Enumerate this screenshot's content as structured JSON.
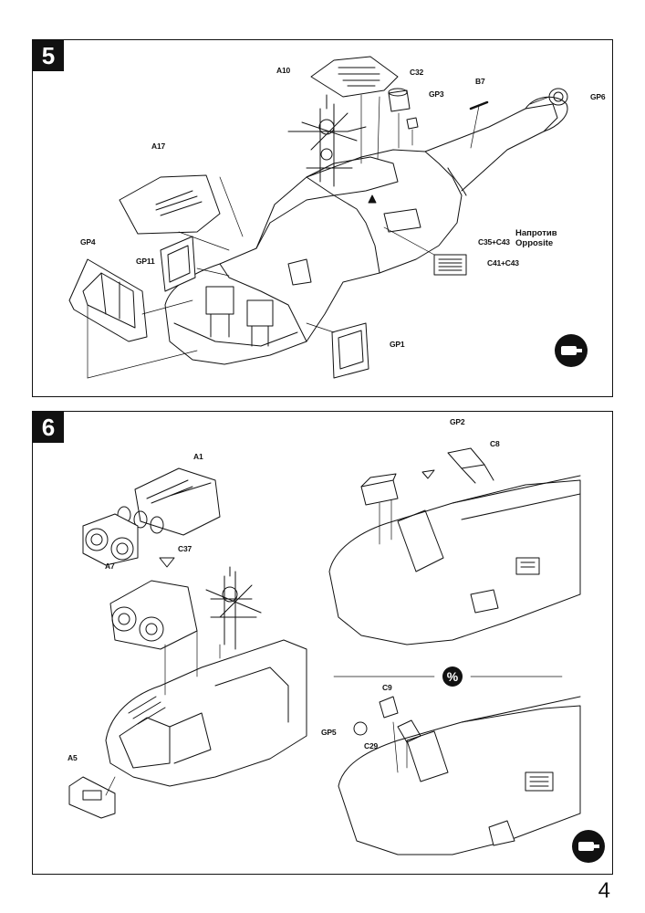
{
  "page_number": "4",
  "step5": {
    "number": "5",
    "labels": {
      "A10": "A10",
      "C32": "C32",
      "B7": "B7",
      "GP3": "GP3",
      "GP6": "GP6",
      "A17": "A17",
      "GP4": "GP4",
      "GP11": "GP11",
      "C35_C43": "C35+C43",
      "C41_C43": "C41+C43",
      "GP1": "GP1"
    },
    "note_ru": "Напротив",
    "note_en": "Opposite",
    "glue_icon": "glue-tube-icon"
  },
  "step6": {
    "number": "6",
    "labels": {
      "A1": "A1",
      "C37": "C37",
      "A7": "A7",
      "A5": "A5",
      "GP2": "GP2",
      "C8": "C8",
      "C9": "C9",
      "GP5": "GP5",
      "C29": "C29"
    },
    "option_icon": "percent-option-icon",
    "glue_icon": "glue-tube-icon"
  }
}
